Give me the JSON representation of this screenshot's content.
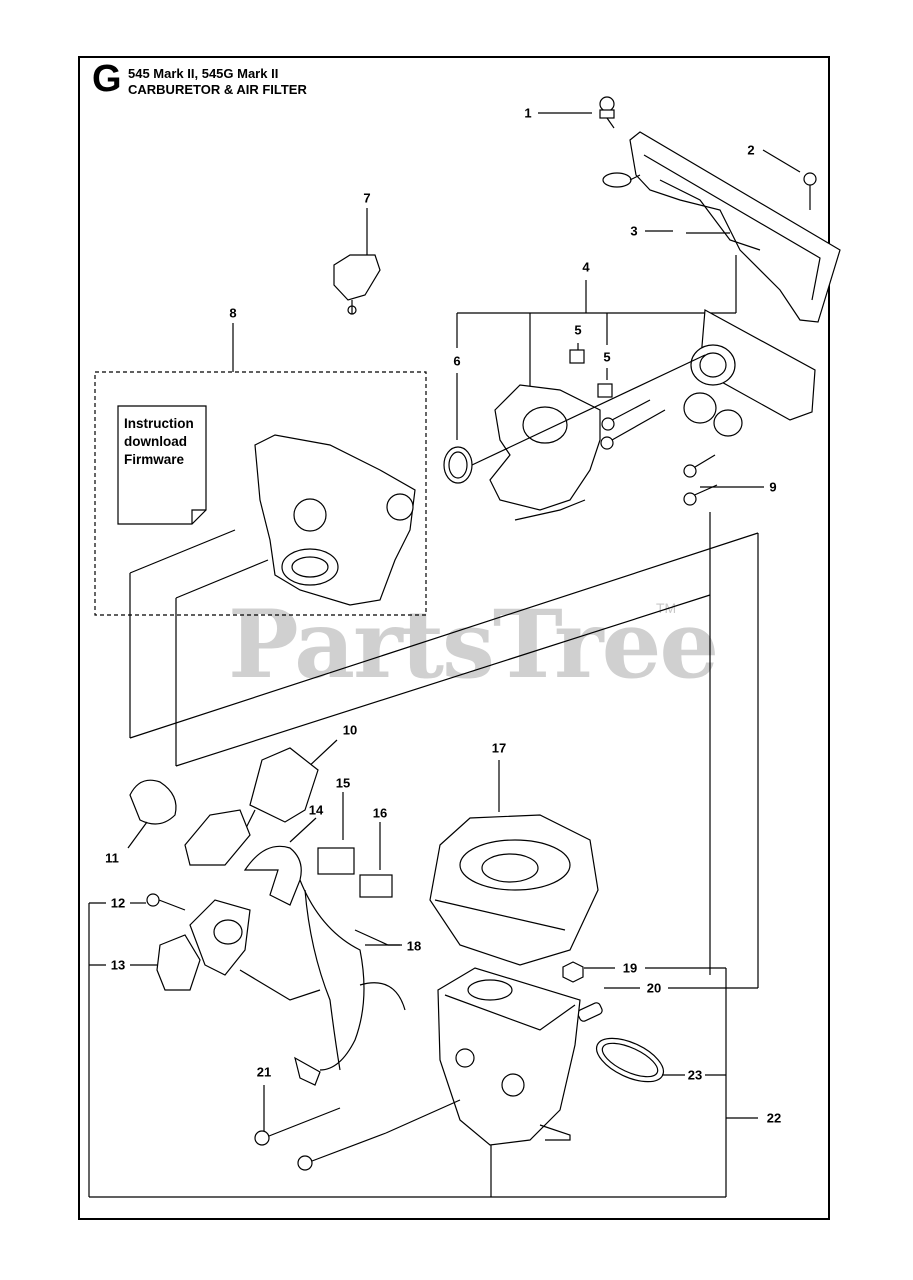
{
  "header": {
    "section": "G",
    "models": "545 Mark II, 545G Mark II",
    "title": "CARBURETOR & AIR FILTER"
  },
  "note": {
    "text": "Instruction\ndownload\nFirmware"
  },
  "watermark": {
    "text": "PartsTree",
    "tm": "TM"
  },
  "callouts": {
    "c1": "1",
    "c2": "2",
    "c3": "3",
    "c4": "4",
    "c5a": "5",
    "c5b": "5",
    "c6": "6",
    "c7": "7",
    "c8": "8",
    "c9": "9",
    "c10": "10",
    "c11": "11",
    "c12": "12",
    "c13": "13",
    "c14": "14",
    "c15": "15",
    "c16": "16",
    "c17": "17",
    "c18": "18",
    "c19": "19",
    "c20": "20",
    "c21": "21",
    "c22": "22",
    "c23": "23"
  },
  "colors": {
    "line": "#000000",
    "watermark": "#d0d0d0"
  }
}
